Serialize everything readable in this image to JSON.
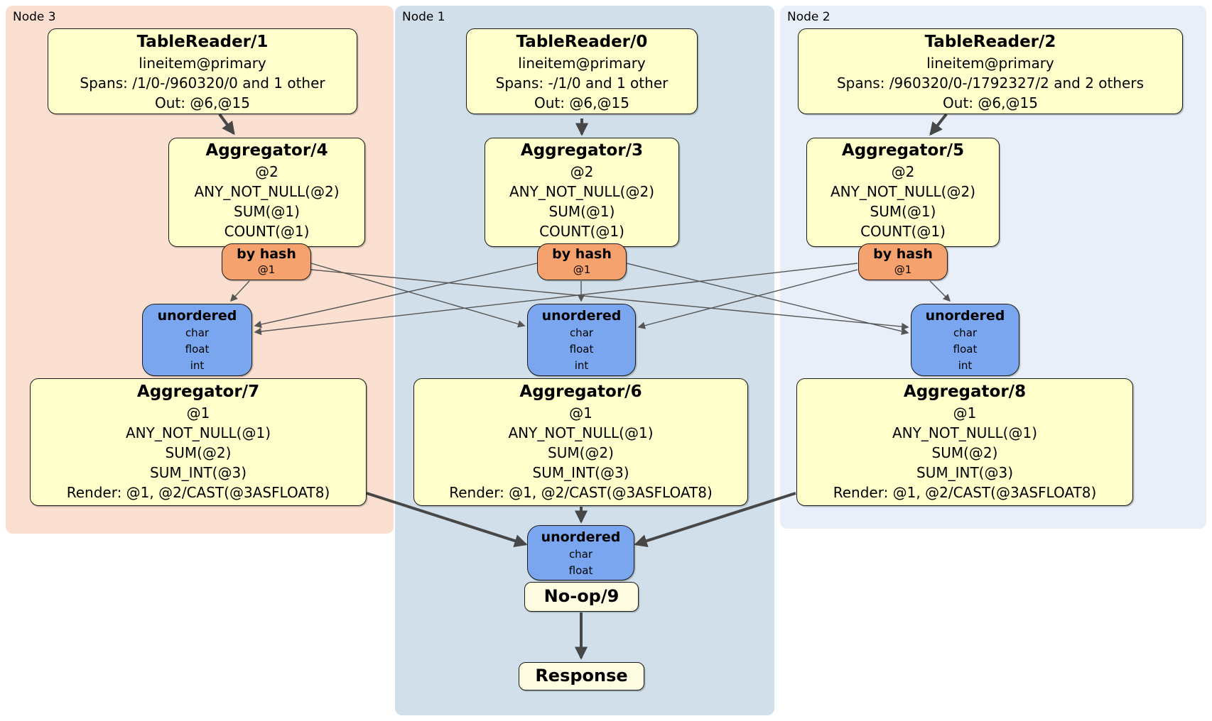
{
  "diagram": {
    "kind": "distributed SQL physical plan",
    "regions": [
      {
        "label": "Node 3"
      },
      {
        "label": "Node 1"
      },
      {
        "label": "Node 2"
      }
    ],
    "colors": {
      "node3_bg": "#fbdfd0",
      "node1_bg": "#d0dfe9",
      "node2_bg": "#e9eff9",
      "processor_fill": "#ffffcc",
      "router_fill": "#f5a26e",
      "sync_fill": "#7aa6ef",
      "edge_thin": "#555555",
      "edge_thick": "#474747"
    },
    "processors": {
      "tablereader1": {
        "title": "TableReader/1",
        "lines": [
          "lineitem@primary",
          "Spans: /1/0-/960320/0 and 1 other",
          "Out: @6,@15"
        ]
      },
      "tablereader0": {
        "title": "TableReader/0",
        "lines": [
          "lineitem@primary",
          "Spans: -/1/0 and 1 other",
          "Out: @6,@15"
        ]
      },
      "tablereader2": {
        "title": "TableReader/2",
        "lines": [
          "lineitem@primary",
          "Spans: /960320/0-/1792327/2 and 2 others",
          "Out: @6,@15"
        ]
      },
      "aggregator4": {
        "title": "Aggregator/4",
        "lines": [
          "@2",
          "ANY_NOT_NULL(@2)",
          "SUM(@1)",
          "COUNT(@1)"
        ]
      },
      "aggregator3": {
        "title": "Aggregator/3",
        "lines": [
          "@2",
          "ANY_NOT_NULL(@2)",
          "SUM(@1)",
          "COUNT(@1)"
        ]
      },
      "aggregator5": {
        "title": "Aggregator/5",
        "lines": [
          "@2",
          "ANY_NOT_NULL(@2)",
          "SUM(@1)",
          "COUNT(@1)"
        ]
      },
      "aggregator7": {
        "title": "Aggregator/7",
        "lines": [
          "@1",
          "ANY_NOT_NULL(@1)",
          "SUM(@2)",
          "SUM_INT(@3)",
          "Render: @1, @2/CAST(@3ASFLOAT8)"
        ]
      },
      "aggregator6": {
        "title": "Aggregator/6",
        "lines": [
          "@1",
          "ANY_NOT_NULL(@1)",
          "SUM(@2)",
          "SUM_INT(@3)",
          "Render: @1, @2/CAST(@3ASFLOAT8)"
        ]
      },
      "aggregator8": {
        "title": "Aggregator/8",
        "lines": [
          "@1",
          "ANY_NOT_NULL(@1)",
          "SUM(@2)",
          "SUM_INT(@3)",
          "Render: @1, @2/CAST(@3ASFLOAT8)"
        ]
      },
      "noop": {
        "title": "No-op/9"
      },
      "response": {
        "title": "Response"
      }
    },
    "routers": {
      "hash_node3": {
        "title": "by hash",
        "detail": "@1"
      },
      "hash_node1": {
        "title": "by hash",
        "detail": "@1"
      },
      "hash_node2": {
        "title": "by hash",
        "detail": "@1"
      }
    },
    "syncs": {
      "unordered_node3": {
        "title": "unordered",
        "types": [
          "char",
          "float",
          "int"
        ]
      },
      "unordered_node1": {
        "title": "unordered",
        "types": [
          "char",
          "float",
          "int"
        ]
      },
      "unordered_node2": {
        "title": "unordered",
        "types": [
          "char",
          "float",
          "int"
        ]
      },
      "unordered_final": {
        "title": "unordered",
        "types": [
          "char",
          "float"
        ]
      }
    },
    "edges": [
      {
        "from": "TableReader/1",
        "to": "Aggregator/4"
      },
      {
        "from": "TableReader/0",
        "to": "Aggregator/3"
      },
      {
        "from": "TableReader/2",
        "to": "Aggregator/5"
      },
      {
        "from": "Aggregator/4 by hash @1",
        "to": "unordered Node 3"
      },
      {
        "from": "Aggregator/4 by hash @1",
        "to": "unordered Node 1"
      },
      {
        "from": "Aggregator/4 by hash @1",
        "to": "unordered Node 2"
      },
      {
        "from": "Aggregator/3 by hash @1",
        "to": "unordered Node 3"
      },
      {
        "from": "Aggregator/3 by hash @1",
        "to": "unordered Node 1"
      },
      {
        "from": "Aggregator/3 by hash @1",
        "to": "unordered Node 2"
      },
      {
        "from": "Aggregator/5 by hash @1",
        "to": "unordered Node 3"
      },
      {
        "from": "Aggregator/5 by hash @1",
        "to": "unordered Node 1"
      },
      {
        "from": "Aggregator/5 by hash @1",
        "to": "unordered Node 2"
      },
      {
        "from": "unordered Node 3",
        "to": "Aggregator/7"
      },
      {
        "from": "unordered Node 1",
        "to": "Aggregator/6"
      },
      {
        "from": "unordered Node 2",
        "to": "Aggregator/8"
      },
      {
        "from": "Aggregator/7",
        "to": "unordered final"
      },
      {
        "from": "Aggregator/6",
        "to": "unordered final"
      },
      {
        "from": "Aggregator/8",
        "to": "unordered final"
      },
      {
        "from": "unordered final",
        "to": "No-op/9"
      },
      {
        "from": "No-op/9",
        "to": "Response"
      }
    ]
  }
}
